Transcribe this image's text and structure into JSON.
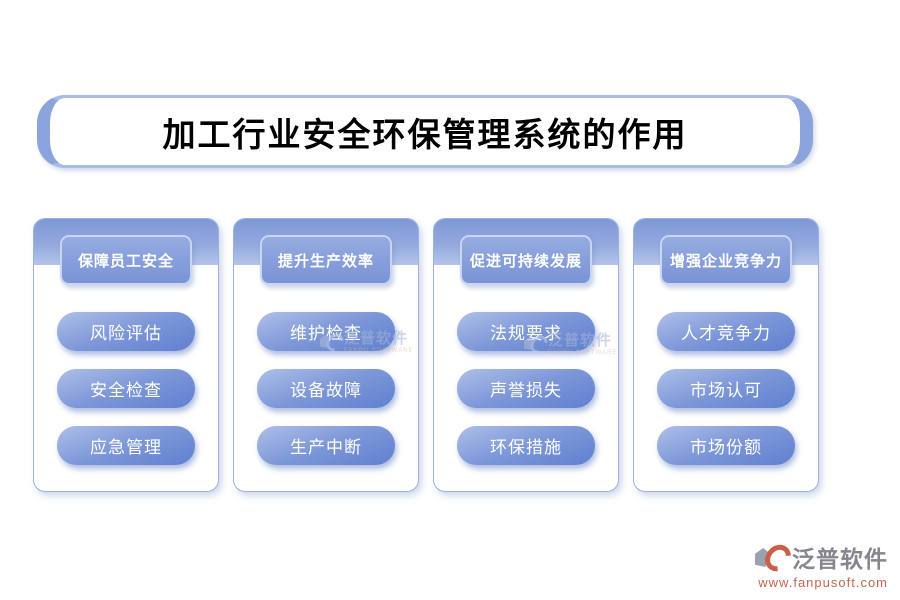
{
  "title": "加工行业安全环保管理系统的作用",
  "columns": [
    {
      "header": "保障员工安全",
      "items": [
        "风险评估",
        "安全检查",
        "应急管理"
      ]
    },
    {
      "header": "提升生产效率",
      "items": [
        "维护检查",
        "设备故障",
        "生产中断"
      ]
    },
    {
      "header": "促进可持续发展",
      "items": [
        "法规要求",
        "声誉损失",
        "环保措施"
      ]
    },
    {
      "header": "增强企业竞争力",
      "items": [
        "人才竞争力",
        "市场认可",
        "市场份额"
      ]
    }
  ],
  "watermark": {
    "name": "泛普软件",
    "subtext": "FANPU SOFTWARE"
  },
  "footer_logo": {
    "name": "泛普软件",
    "url": "www.fanpusoft.com"
  },
  "colors": {
    "band_blue": "#7e98d6",
    "pill_blue_light": "#aebfe9",
    "pill_blue_dark": "#5f80d0",
    "border_blue": "#9db1e2",
    "title_border_thick": "#8ca4dc",
    "title_border_thin": "#a9bce8",
    "logo_gray": "#85868e",
    "logo_red": "#c3664f"
  }
}
